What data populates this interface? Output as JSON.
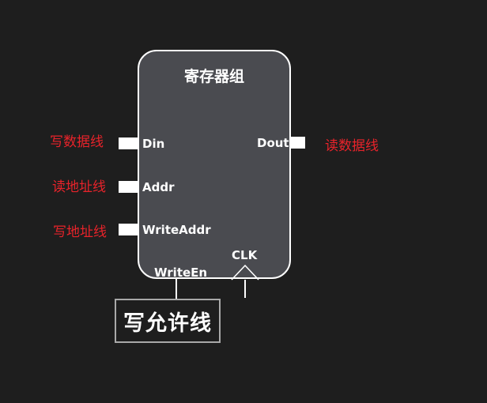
{
  "block": {
    "title": "寄存器组",
    "ports": {
      "din": "Din",
      "addr": "Addr",
      "write_addr": "WriteAddr",
      "dout": "Dout",
      "clk": "CLK",
      "write_en": "WriteEn"
    }
  },
  "signals": {
    "write_data_line": "写数据线",
    "read_addr_line": "读地址线",
    "write_addr_line": "写地址线",
    "read_data_line": "读数据线",
    "write_enable_line": "写允许线"
  },
  "colors": {
    "background": "#1e1e1e",
    "block_fill": "#4a4b50",
    "signal_text": "#e8232a",
    "port_text": "#ffffff"
  }
}
